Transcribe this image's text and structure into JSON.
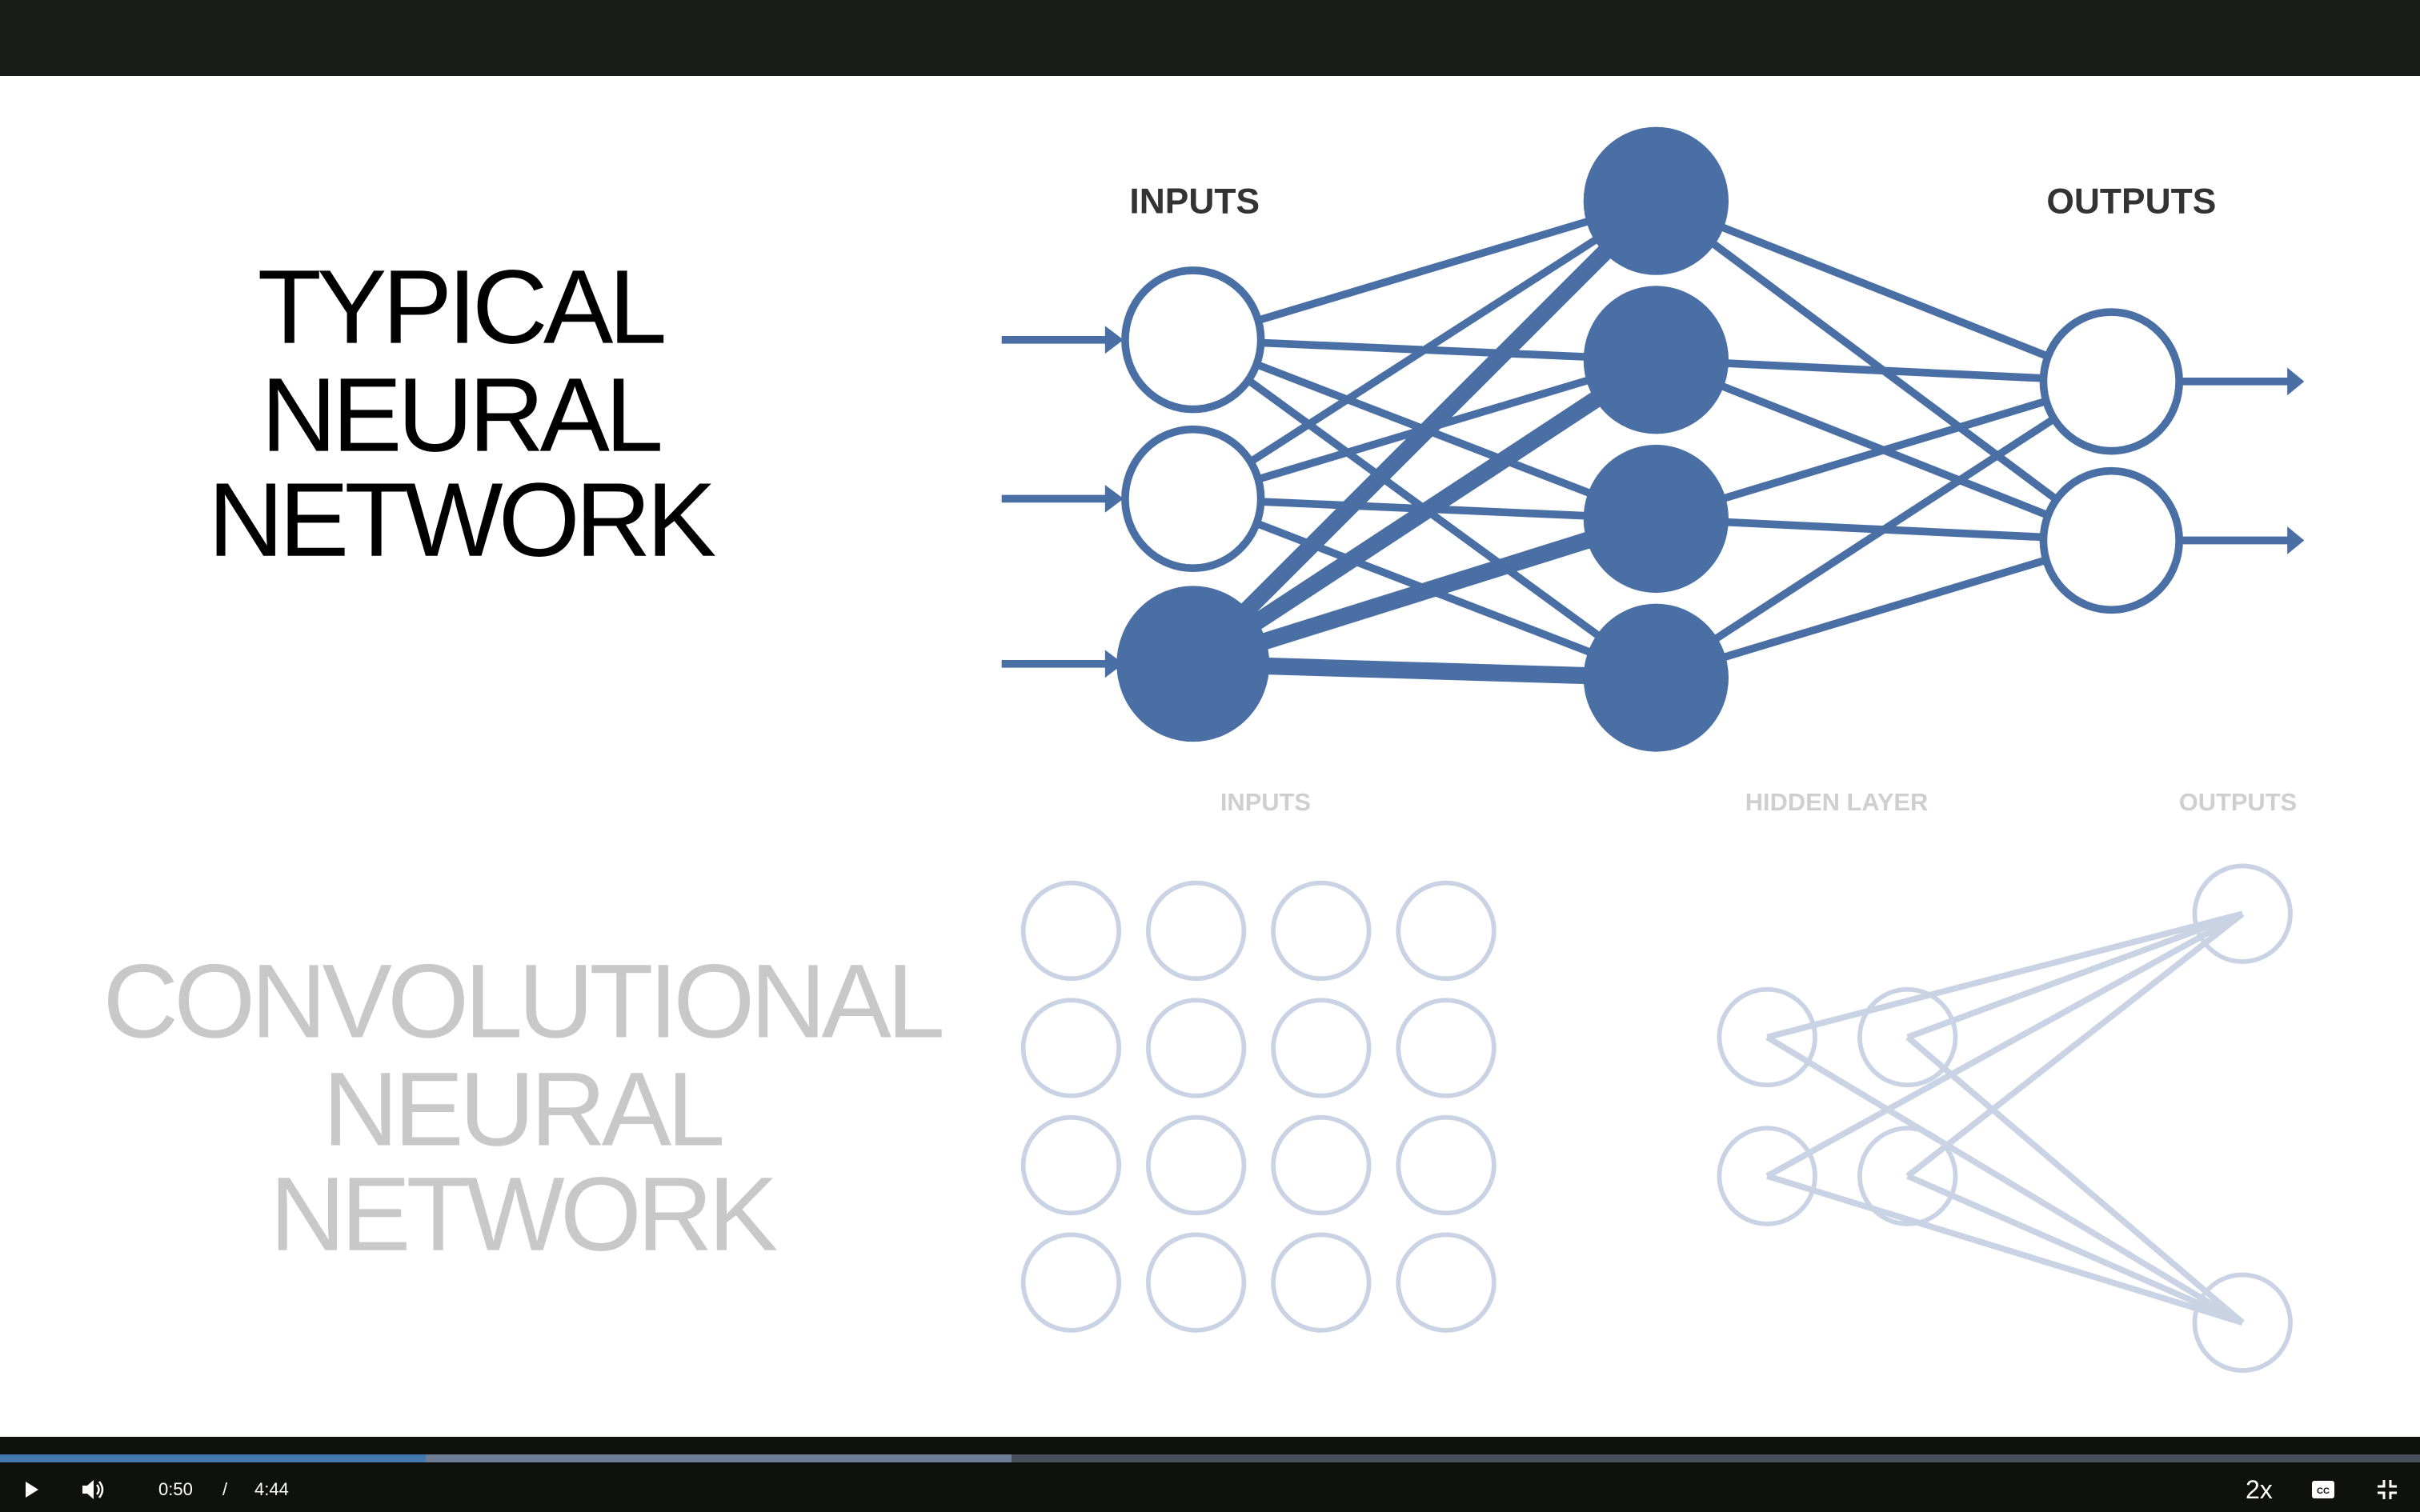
{
  "slide": {
    "typical_title": [
      "TYPICAL",
      "NEURAL",
      "NETWORK"
    ],
    "typical_labels": {
      "inputs": "INPUTS",
      "outputs": "OUTPUTS"
    },
    "cnn_title": [
      "CONVOLUTIONAL",
      "NEURAL",
      "NETWORK"
    ],
    "cnn_labels": {
      "inputs": "INPUTS",
      "hidden": "HIDDEN LAYER",
      "outputs": "OUTPUTS"
    }
  },
  "player": {
    "current_time": "0:50",
    "separator": "/",
    "duration": "4:44",
    "played_fraction": 0.176,
    "buffered_fraction": 0.418,
    "speed_label": "2x",
    "icons": [
      "play-icon",
      "volume-icon",
      "captions-icon",
      "exit-fullscreen-icon"
    ]
  },
  "colors": {
    "accent": "#4a6fa5",
    "faint": "#c9d3e3",
    "progress": "#4479b0"
  }
}
